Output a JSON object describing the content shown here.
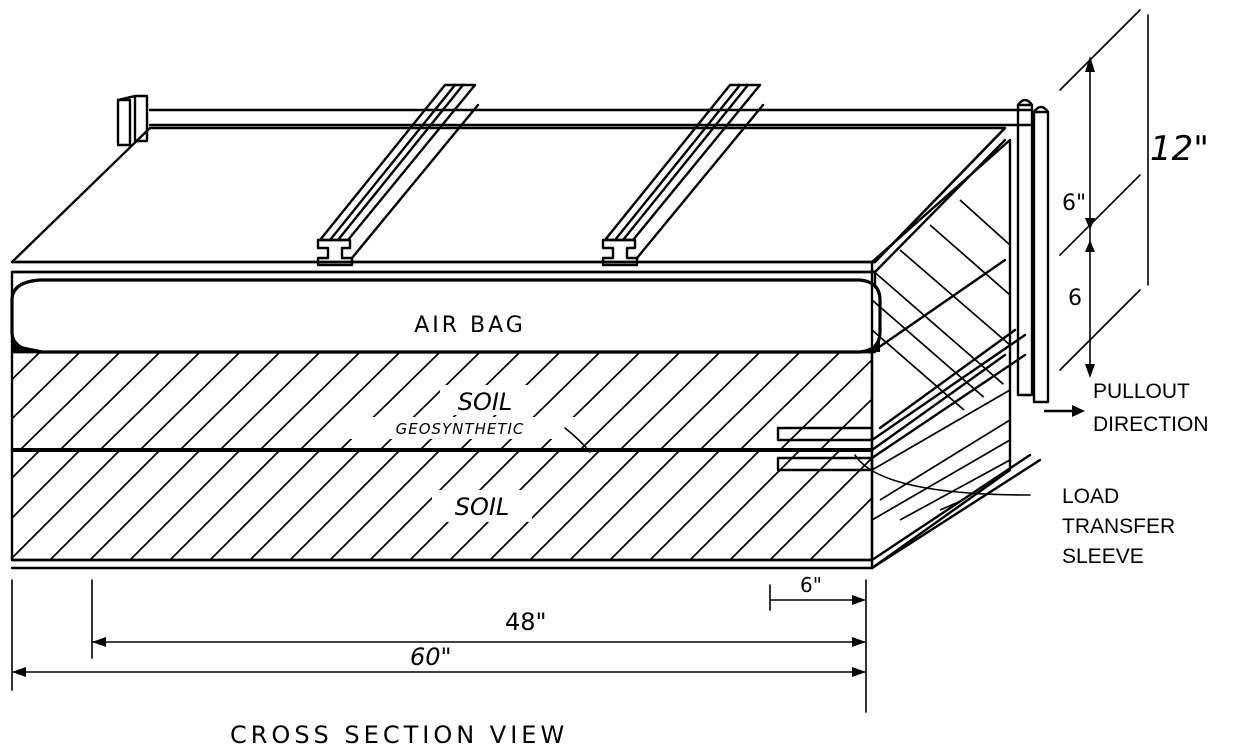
{
  "labels": {
    "air_bag": "AIR BAG",
    "soil_upper": "SOIL",
    "geosynthetic": "GEOSYNTHETIC",
    "soil_lower": "SOIL",
    "pullout_line1": "PULLOUT",
    "pullout_line2": "DIRECTION",
    "load_line1": "LOAD",
    "load_line2": "TRANSFER",
    "load_line3": "SLEEVE",
    "caption": "CROSS SECTION VIEW"
  },
  "dimensions": {
    "total_height": "12\"",
    "upper_height": "6\"",
    "lower_height": "6",
    "sleeve_length": "6\"",
    "inner_length": "48\"",
    "total_length": "60\""
  }
}
